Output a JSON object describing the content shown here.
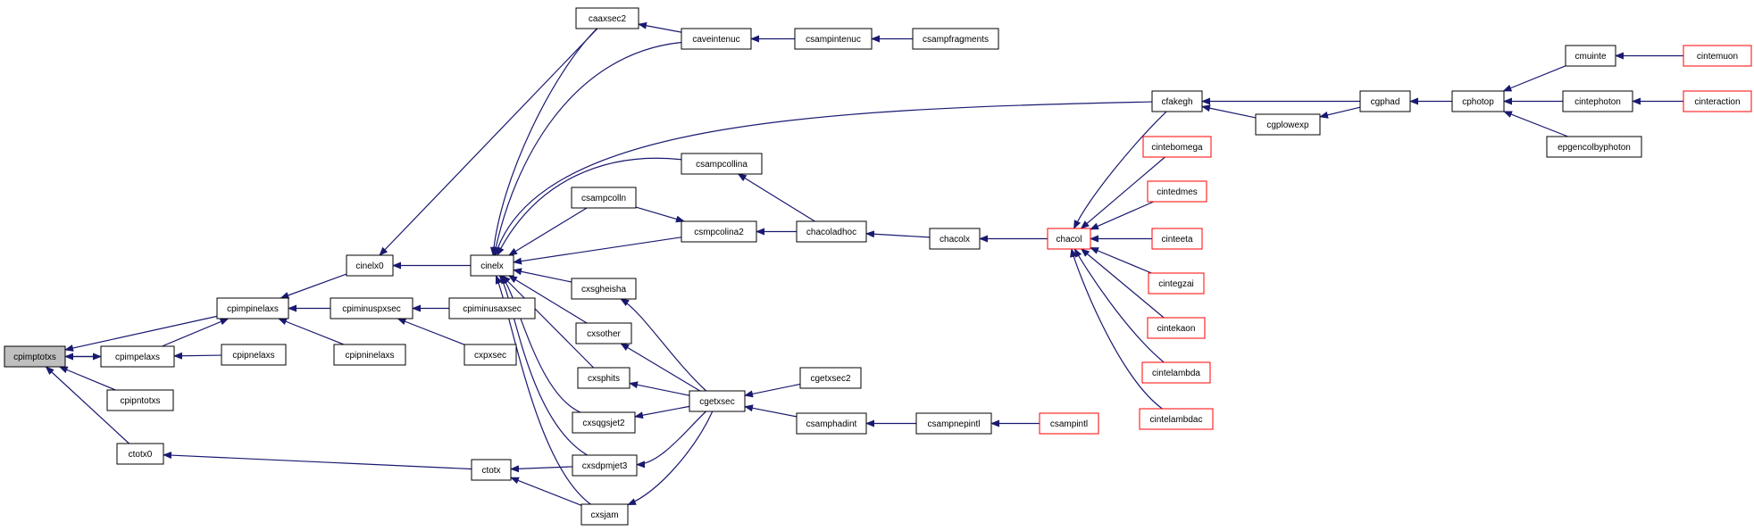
{
  "nodes": [
    {
      "id": "cpimptotxs",
      "label": "cpimptotxs",
      "current": true
    },
    {
      "id": "cpimpinelaxs",
      "label": "cpimpinelaxs"
    },
    {
      "id": "cpimpelaxs",
      "label": "cpimpelaxs"
    },
    {
      "id": "cpipntotxs",
      "label": "cpipntotxs"
    },
    {
      "id": "ctotx0",
      "label": "ctotx0"
    },
    {
      "id": "cinelx0",
      "label": "cinelx0"
    },
    {
      "id": "cpiminuspxsec",
      "label": "cpiminuspxsec"
    },
    {
      "id": "cpipninelaxs",
      "label": "cpipninelaxs"
    },
    {
      "id": "cpipnelaxs",
      "label": "cpipnelaxs"
    },
    {
      "id": "cpiminusaxsec",
      "label": "cpiminusaxsec"
    },
    {
      "id": "cxpxsec",
      "label": "cxpxsec"
    },
    {
      "id": "cinelx",
      "label": "cinelx"
    },
    {
      "id": "ctotx",
      "label": "ctotx"
    },
    {
      "id": "caaxsec2",
      "label": "caaxsec2"
    },
    {
      "id": "caveintenuc",
      "label": "caveintenuc"
    },
    {
      "id": "csampintenuc",
      "label": "csampintenuc"
    },
    {
      "id": "csampfragments",
      "label": "csampfragments"
    },
    {
      "id": "csampcollina",
      "label": "csampcollina"
    },
    {
      "id": "csampcolln",
      "label": "csampcolln"
    },
    {
      "id": "csmpcolina2",
      "label": "csmpcolina2"
    },
    {
      "id": "chacoladhoc",
      "label": "chacoladhoc"
    },
    {
      "id": "chacolx",
      "label": "chacolx"
    },
    {
      "id": "chacol",
      "label": "chacol",
      "ext": true
    },
    {
      "id": "cxsgheisha",
      "label": "cxsgheisha"
    },
    {
      "id": "cxsother",
      "label": "cxsother"
    },
    {
      "id": "cxsphits",
      "label": "cxsphits"
    },
    {
      "id": "cxsqgsjet2",
      "label": "cxsqgsjet2"
    },
    {
      "id": "cxsdpmjet3",
      "label": "cxsdpmjet3"
    },
    {
      "id": "cxsjam",
      "label": "cxsjam"
    },
    {
      "id": "cgetxsec",
      "label": "cgetxsec"
    },
    {
      "id": "cgetxsec2",
      "label": "cgetxsec2"
    },
    {
      "id": "csamphadint",
      "label": "csamphadint"
    },
    {
      "id": "csampnepintl",
      "label": "csampnepintl"
    },
    {
      "id": "csampintl",
      "label": "csampintl",
      "ext": true
    },
    {
      "id": "cfakegh",
      "label": "cfakegh"
    },
    {
      "id": "cgplowexp",
      "label": "cgplowexp"
    },
    {
      "id": "cgphad",
      "label": "cgphad"
    },
    {
      "id": "cphotop",
      "label": "cphotop"
    },
    {
      "id": "cmuinte",
      "label": "cmuinte"
    },
    {
      "id": "cintemuon",
      "label": "cintemuon",
      "ext": true
    },
    {
      "id": "cintephoton",
      "label": "cintephoton"
    },
    {
      "id": "cinteraction",
      "label": "cinteraction",
      "ext": true
    },
    {
      "id": "epgencolbyphoton",
      "label": "epgencolbyphoton"
    },
    {
      "id": "cintebomega",
      "label": "cintebomega",
      "ext": true
    },
    {
      "id": "cintedmes",
      "label": "cintedmes",
      "ext": true
    },
    {
      "id": "cinteeta",
      "label": "cinteeta",
      "ext": true
    },
    {
      "id": "cintegzai",
      "label": "cintegzai",
      "ext": true
    },
    {
      "id": "cintekaon",
      "label": "cintekaon",
      "ext": true
    },
    {
      "id": "cintelambda",
      "label": "cintelambda",
      "ext": true
    },
    {
      "id": "cintelambdac",
      "label": "cintelambdac",
      "ext": true
    }
  ],
  "edges": [
    [
      "cpimpinelaxs",
      "cpimptotxs"
    ],
    [
      "cpimpelaxs",
      "cpimptotxs"
    ],
    [
      "cpimptotxs",
      "cpimpelaxs"
    ],
    [
      "cpipntotxs",
      "cpimptotxs"
    ],
    [
      "ctotx0",
      "cpimptotxs"
    ],
    [
      "cinelx0",
      "cpimpinelaxs"
    ],
    [
      "cpiminuspxsec",
      "cpimpinelaxs"
    ],
    [
      "cpipninelaxs",
      "cpimpinelaxs"
    ],
    [
      "cpimpelaxs",
      "cpimpinelaxs"
    ],
    [
      "cpipnelaxs",
      "cpimpelaxs"
    ],
    [
      "cpiminusaxsec",
      "cpiminuspxsec"
    ],
    [
      "cxpxsec",
      "cpiminuspxsec"
    ],
    [
      "caaxsec2",
      "cinelx0"
    ],
    [
      "cinelx",
      "cinelx0"
    ],
    [
      "ctotx",
      "ctotx0"
    ],
    [
      "caaxsec2",
      "cinelx"
    ],
    [
      "caveintenuc",
      "cinelx"
    ],
    [
      "cfakegh",
      "cinelx"
    ],
    [
      "csampcollina",
      "cinelx"
    ],
    [
      "csampcolln",
      "cinelx"
    ],
    [
      "csmpcolina2",
      "cinelx"
    ],
    [
      "cxsgheisha",
      "cinelx"
    ],
    [
      "cxsother",
      "cinelx"
    ],
    [
      "cxsphits",
      "cinelx"
    ],
    [
      "cxsqgsjet2",
      "cinelx"
    ],
    [
      "cxsdpmjet3",
      "cinelx"
    ],
    [
      "cxsjam",
      "cinelx"
    ],
    [
      "cxsdpmjet3",
      "ctotx"
    ],
    [
      "cxsjam",
      "ctotx"
    ],
    [
      "caveintenuc",
      "caaxsec2"
    ],
    [
      "csampintenuc",
      "caveintenuc"
    ],
    [
      "csampfragments",
      "csampintenuc"
    ],
    [
      "csampcolln",
      "csmpcolina2"
    ],
    [
      "chacoladhoc",
      "csmpcolina2"
    ],
    [
      "chacoladhoc",
      "csampcollina"
    ],
    [
      "chacolx",
      "chacoladhoc"
    ],
    [
      "chacol",
      "chacolx"
    ],
    [
      "cfakegh",
      "chacol"
    ],
    [
      "cintebomega",
      "chacol"
    ],
    [
      "cintedmes",
      "chacol"
    ],
    [
      "cinteeta",
      "chacol"
    ],
    [
      "cintegzai",
      "chacol"
    ],
    [
      "cintekaon",
      "chacol"
    ],
    [
      "cintelambda",
      "chacol"
    ],
    [
      "cintelambdac",
      "chacol"
    ],
    [
      "cgetxsec",
      "cxsgheisha"
    ],
    [
      "cgetxsec",
      "cxsother"
    ],
    [
      "cgetxsec",
      "cxsphits"
    ],
    [
      "cgetxsec",
      "cxsqgsjet2"
    ],
    [
      "cgetxsec",
      "cxsdpmjet3"
    ],
    [
      "cgetxsec",
      "cxsjam"
    ],
    [
      "cgetxsec2",
      "cgetxsec"
    ],
    [
      "csamphadint",
      "cgetxsec"
    ],
    [
      "csampnepintl",
      "csamphadint"
    ],
    [
      "csampintl",
      "csampnepintl"
    ],
    [
      "cgphad",
      "cfakegh"
    ],
    [
      "cgplowexp",
      "cfakegh"
    ],
    [
      "cgphad",
      "cgplowexp"
    ],
    [
      "cphotop",
      "cgphad"
    ],
    [
      "cmuinte",
      "cphotop"
    ],
    [
      "cintephoton",
      "cphotop"
    ],
    [
      "epgencolbyphoton",
      "cphotop"
    ],
    [
      "cintemuon",
      "cmuinte"
    ],
    [
      "cinteraction",
      "cintephoton"
    ]
  ]
}
